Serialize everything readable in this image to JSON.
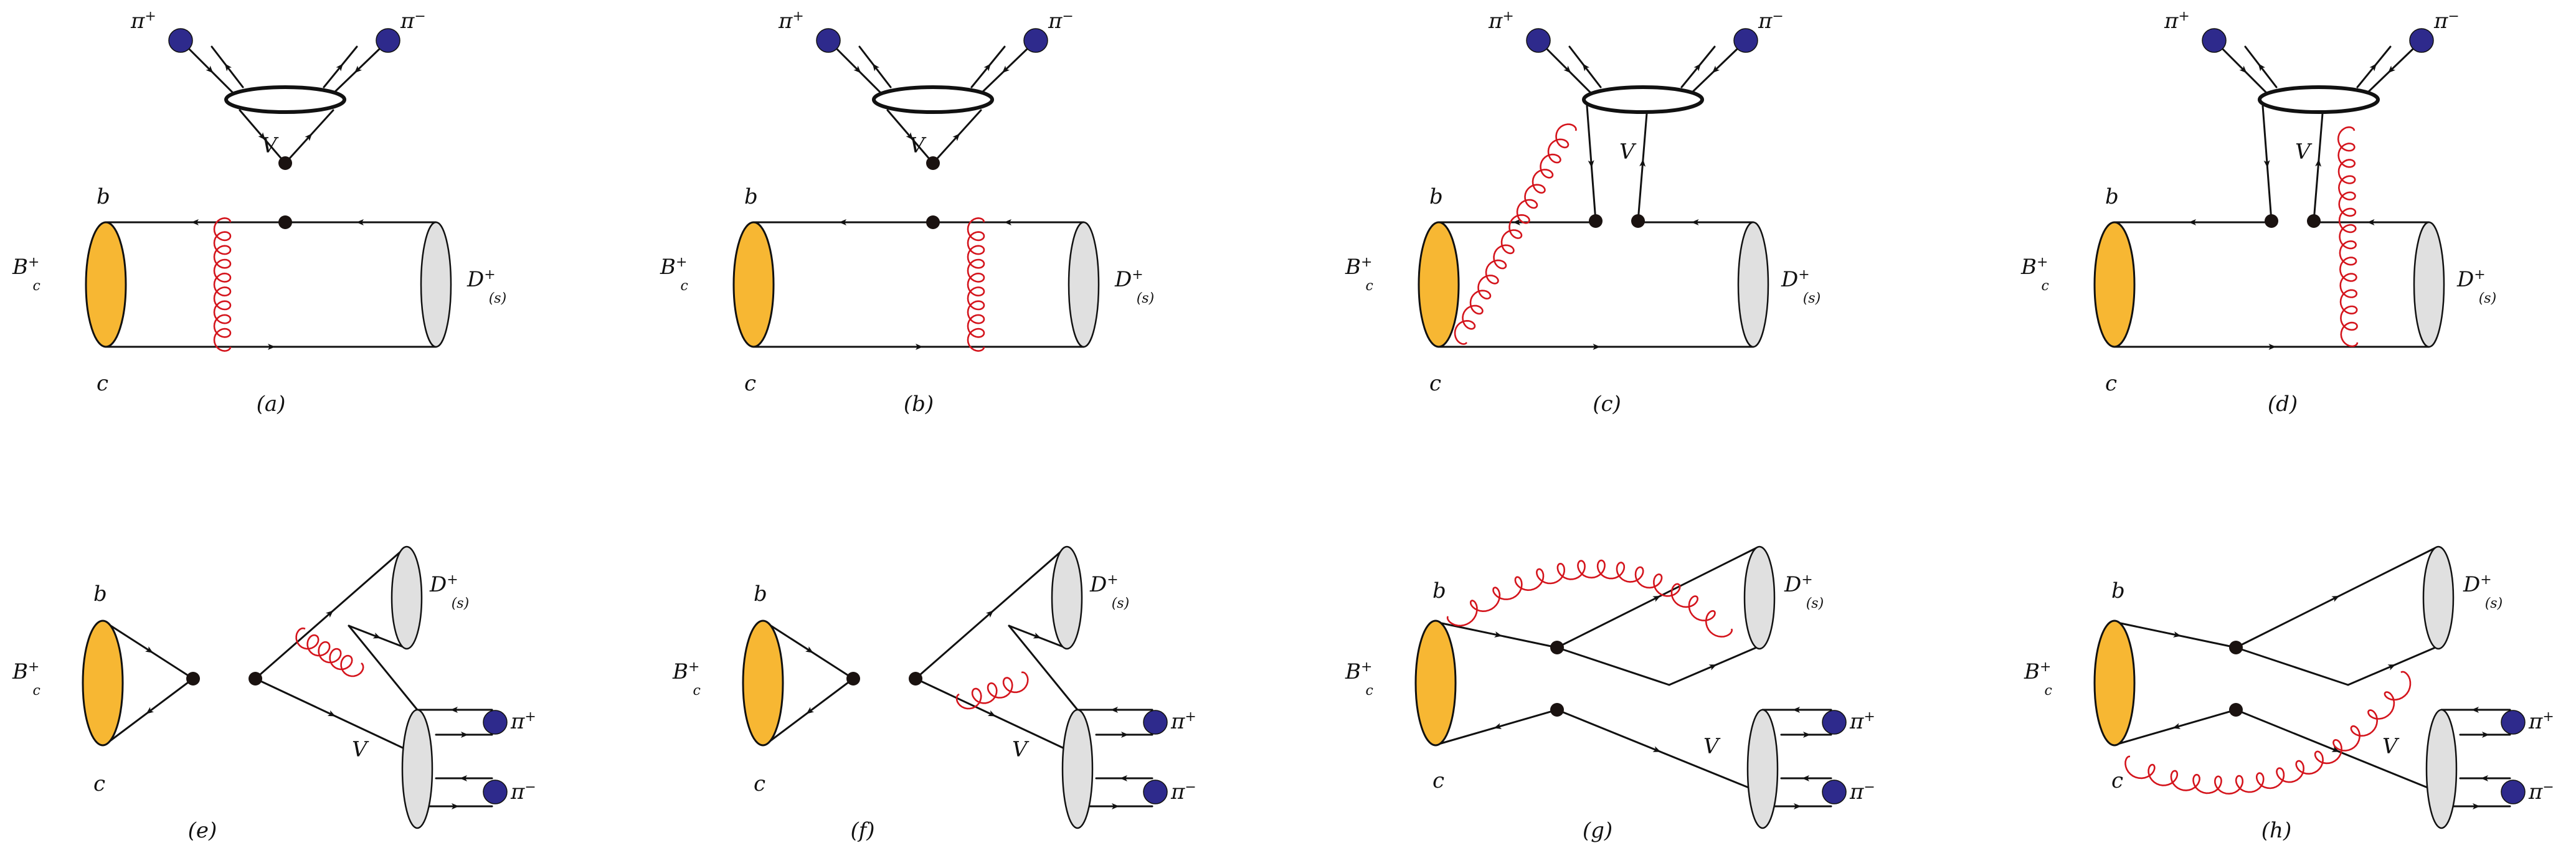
{
  "diagrams": [
    {
      "caption": "(a)",
      "labels": {
        "Bc": "B",
        "Bc_sup": "+",
        "Bc_sub": "c",
        "b": "b",
        "c": "c",
        "D": "D",
        "D_sup": "+",
        "D_sub": "(s)",
        "pi_plus": "π",
        "pi_plus_sup": "+",
        "pi_minus": "π",
        "pi_minus_sup": "−",
        "V": "V"
      }
    },
    {
      "caption": "(b)",
      "labels": {
        "Bc": "B",
        "Bc_sup": "+",
        "Bc_sub": "c",
        "b": "b",
        "c": "c",
        "D": "D",
        "D_sup": "+",
        "D_sub": "(s)",
        "pi_plus": "π",
        "pi_plus_sup": "+",
        "pi_minus": "π",
        "pi_minus_sup": "−",
        "V": "V"
      }
    },
    {
      "caption": "(c)",
      "labels": {
        "Bc": "B",
        "Bc_sup": "+",
        "Bc_sub": "c",
        "b": "b",
        "c": "c",
        "D": "D",
        "D_sup": "+",
        "D_sub": "(s)",
        "pi_plus": "π",
        "pi_plus_sup": "+",
        "pi_minus": "π",
        "pi_minus_sup": "−",
        "V": "V"
      }
    },
    {
      "caption": "(d)",
      "labels": {
        "Bc": "B",
        "Bc_sup": "+",
        "Bc_sub": "c",
        "b": "b",
        "c": "c",
        "D": "D",
        "D_sup": "+",
        "D_sub": "(s)",
        "pi_plus": "π",
        "pi_plus_sup": "+",
        "pi_minus": "π",
        "pi_minus_sup": "−",
        "V": "V"
      }
    },
    {
      "caption": "(e)",
      "labels": {
        "Bc": "B",
        "Bc_sup": "+",
        "Bc_sub": "c",
        "b": "b",
        "c": "c",
        "D": "D",
        "D_sup": "+",
        "D_sub": "(s)",
        "pi_plus": "π",
        "pi_plus_sup": "+",
        "pi_minus": "π",
        "pi_minus_sup": "−",
        "V": "V"
      }
    },
    {
      "caption": "(f)",
      "labels": {
        "Bc": "B",
        "Bc_sup": "+",
        "Bc_sub": "c",
        "b": "b",
        "c": "c",
        "D": "D",
        "D_sup": "+",
        "D_sub": "(s)",
        "pi_plus": "π",
        "pi_plus_sup": "+",
        "pi_minus": "π",
        "pi_minus_sup": "−",
        "V": "V"
      }
    },
    {
      "caption": "(g)",
      "labels": {
        "Bc": "B",
        "Bc_sup": "+",
        "Bc_sub": "c",
        "b": "b",
        "c": "c",
        "D": "D",
        "D_sup": "+",
        "D_sub": "(s)",
        "pi_plus": "π",
        "pi_plus_sup": "+",
        "pi_minus": "π",
        "pi_minus_sup": "−",
        "V": "V"
      }
    },
    {
      "caption": "(h)",
      "labels": {
        "Bc": "B",
        "Bc_sup": "+",
        "Bc_sub": "c",
        "b": "b",
        "c": "c",
        "D": "D",
        "D_sup": "+",
        "D_sub": "(s)",
        "pi_plus": "π",
        "pi_plus_sup": "+",
        "pi_minus": "π",
        "pi_minus_sup": "−",
        "V": "V"
      }
    }
  ],
  "colors": {
    "meson_fill": "#f7b733",
    "d_meson_fill": "#e0e0e0",
    "pion_fill": "#2e2a8c",
    "gluon": "#d4141c",
    "line": "#111111",
    "vertex": "#1a1210"
  }
}
